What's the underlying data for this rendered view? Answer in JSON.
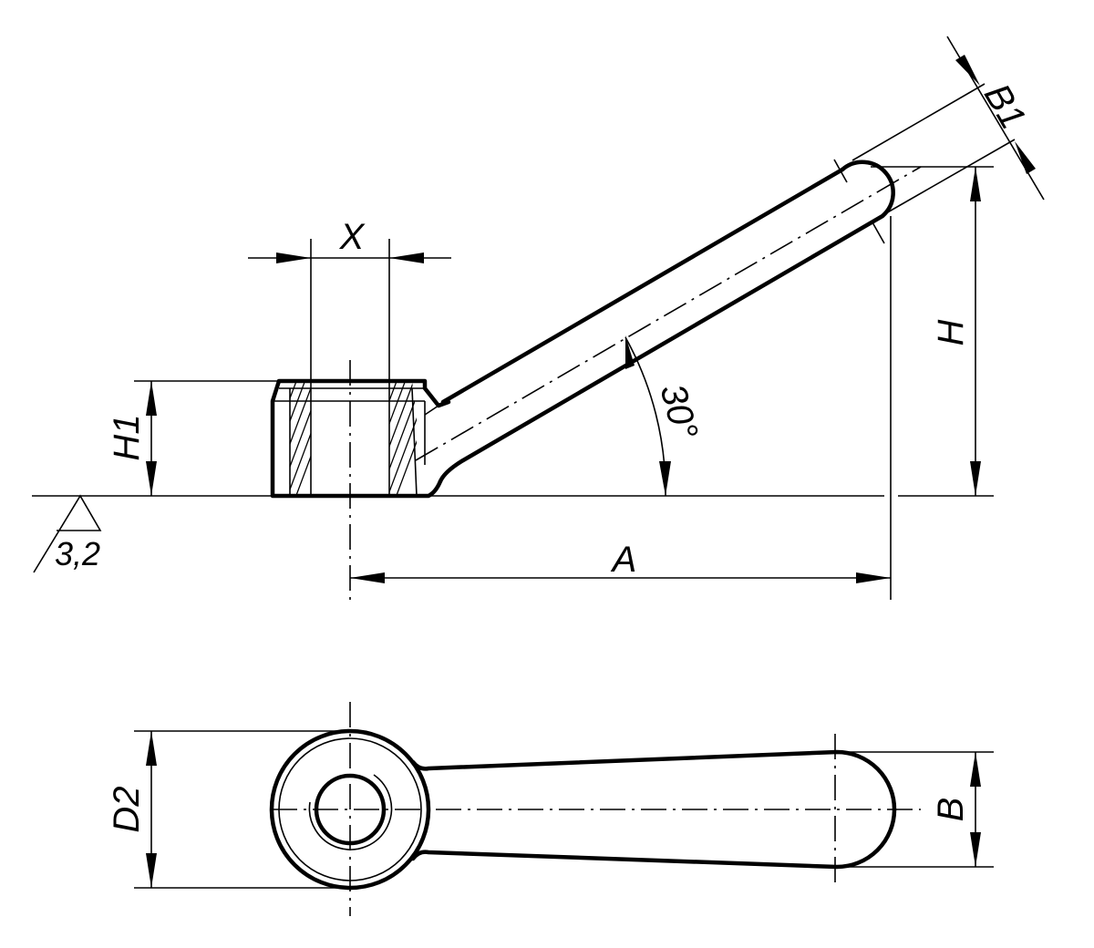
{
  "labels": {
    "x": "X",
    "h1": "H1",
    "h": "H",
    "b1": "B1",
    "angle": "30°",
    "a": "A",
    "d2": "D2",
    "b": "B",
    "roughness": "3,2"
  }
}
